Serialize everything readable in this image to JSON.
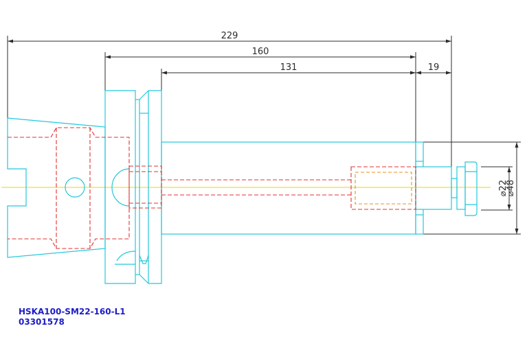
{
  "dimensions": {
    "overall_length": "229",
    "body_length": "160",
    "shank_length": "131",
    "projection": "19",
    "inner_diameter": "⌀22",
    "outer_diameter": "⌀48"
  },
  "part": {
    "code": "HSKA100-SM22-160-L1",
    "number": "03301578"
  },
  "colors": {
    "outline": "#22c8dc",
    "hidden": "#e03030",
    "centerline": "#e8d800",
    "orange": "#e89020",
    "dimension": "#2b2b2b",
    "label": "#1c1cc8"
  }
}
